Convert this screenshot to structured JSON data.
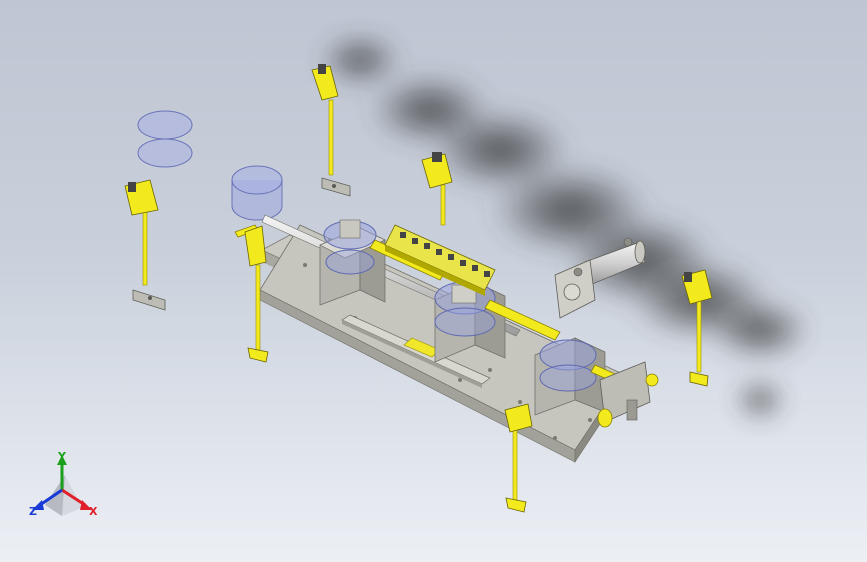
{
  "viewport": {
    "background_top": "#bfc6d3",
    "background_bottom": "#eceff4"
  },
  "colors": {
    "plate": "#c9c9c0",
    "plate_edge": "#8e8e86",
    "metal_light": "#d9d9d2",
    "metal_dark": "#a3a39b",
    "yellow": "#f2ea1c",
    "yellow_dark": "#b7ac00",
    "translucent_blue": "#9aa4de",
    "shadow": "#2a2a2a"
  },
  "triad": {
    "x_label": "X",
    "y_label": "Y",
    "z_label": "Z",
    "x_color": "#e0202a",
    "y_color": "#1aa01a",
    "z_color": "#1a3ad8"
  }
}
